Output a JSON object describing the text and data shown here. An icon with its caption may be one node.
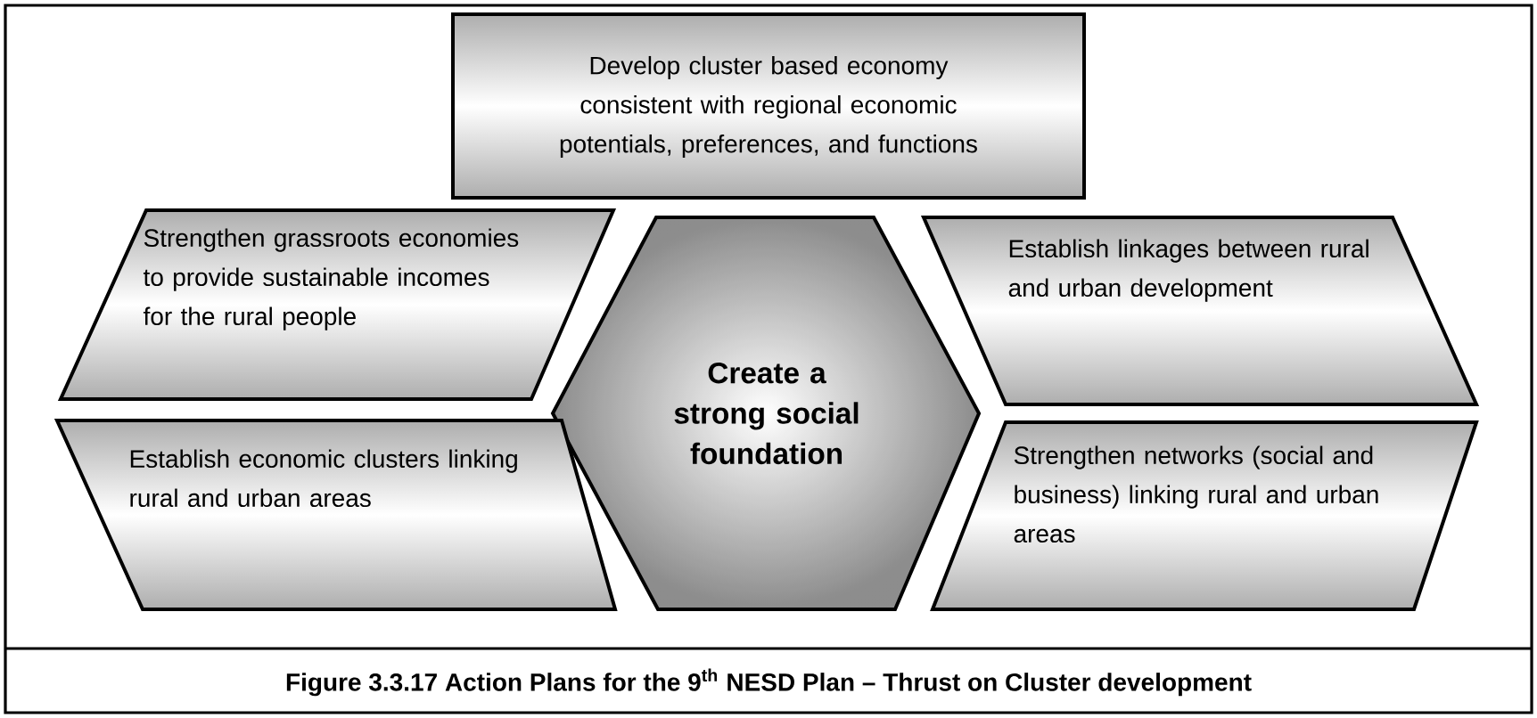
{
  "diagram": {
    "caption": "Figure 3.3.17 Action Plans for the 9$^{th}$ NESD Plan – Thrust on Cluster development",
    "nodes": [
      {
        "text": [
          "Develop cluster based economy consistent with regional economic potentials, preferences, and functions"
        ]
      },
      {
        "text": [
          "Strengthen grassroots economies to provide sustainable incomes for the rural people"
        ]
      },
      {
        "text": [
          "Create a strong social foundation"
        ]
      },
      {
        "text": [
          "Establish linkages between rural and urban development"
        ]
      },
      {
        "text": [
          "Establish economic clusters linking rural and urban areas"
        ]
      },
      {
        "text": [
          "Strengthen networks (social and business) linking rural and urban areas"
        ]
      }
    ]
  }
}
